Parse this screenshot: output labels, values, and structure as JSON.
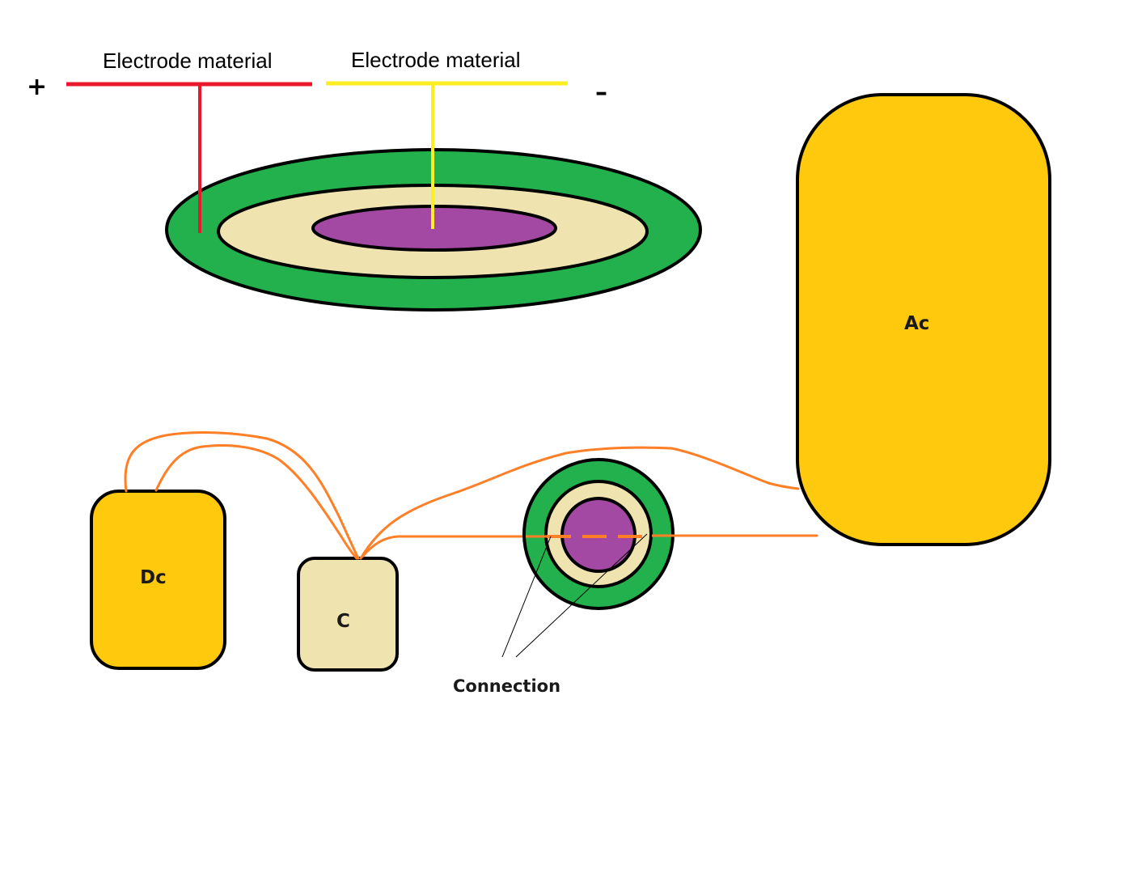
{
  "top": {
    "plus_sign": "+",
    "minus_sign": "–",
    "left_electrode_label": "Electrode material",
    "right_electrode_label": "Electrode material",
    "left_electrode_color": "#e8192c",
    "right_electrode_color": "#fcee21"
  },
  "boxes": {
    "dc_label": "Dc",
    "c_label": "C",
    "ac_label": "Ac"
  },
  "connection_label": "Connection",
  "colors": {
    "outer_ring": "#22b14c",
    "middle_ring": "#efe4b0",
    "core": "#a349a4",
    "box_yellow": "#ffc90e",
    "box_beige": "#efe4b0",
    "wire": "#ff7f27"
  }
}
